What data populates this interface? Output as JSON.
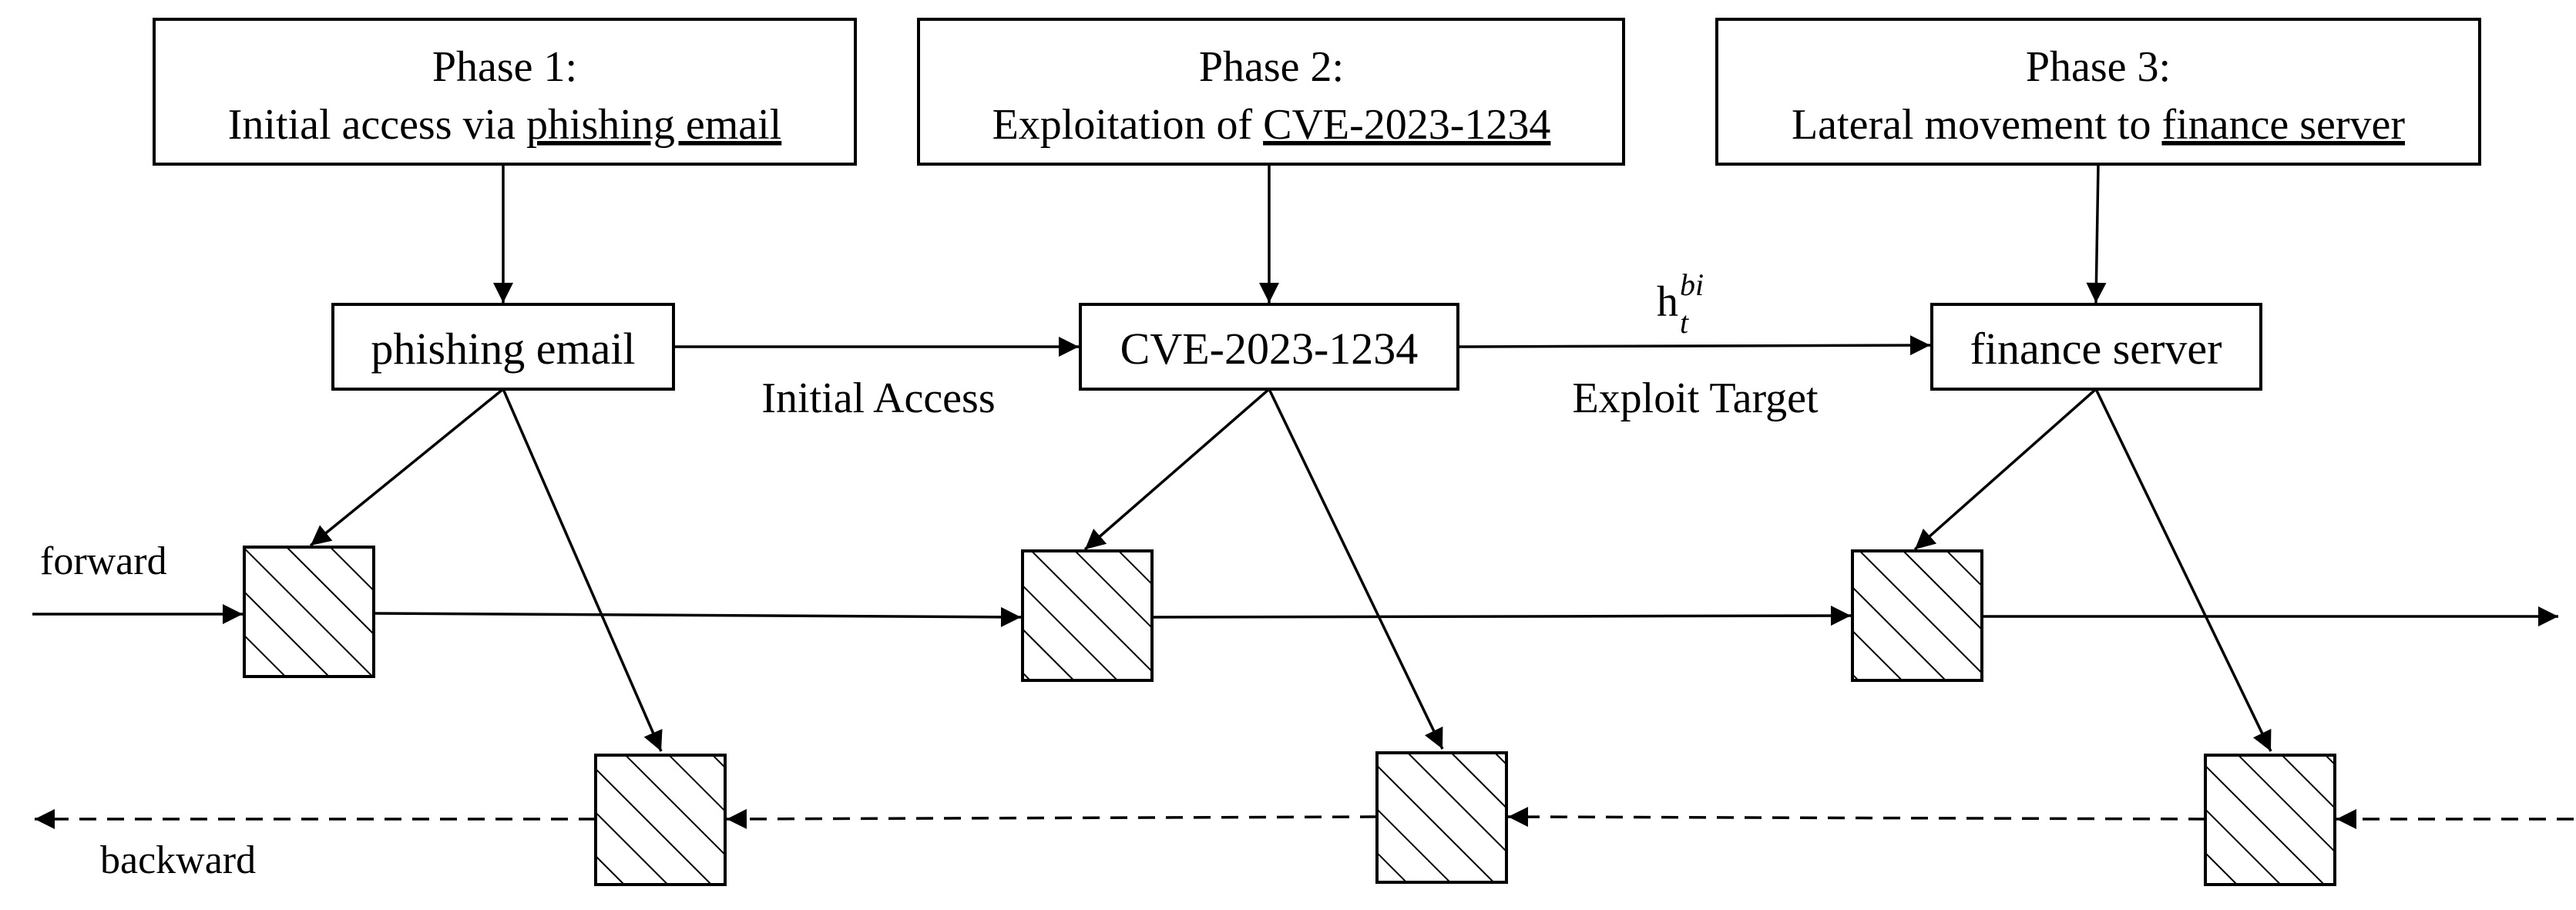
{
  "phases": [
    {
      "title": "Phase 1:",
      "prefix": "Initial access via ",
      "entity": "phishing email"
    },
    {
      "title": "Phase 2:",
      "prefix": "Exploitation of ",
      "entity": "CVE-2023-1234"
    },
    {
      "title": "Phase 3:",
      "prefix": "Lateral movement to ",
      "entity": "finance server"
    }
  ],
  "nodes": [
    "phishing email",
    "CVE-2023-1234",
    "finance server"
  ],
  "edges": [
    {
      "label": "Initial Access"
    },
    {
      "label": "Exploit Target"
    }
  ],
  "hidden_state": {
    "base": "h",
    "sub": "t",
    "sup": "bi"
  },
  "directions": {
    "forward": "forward",
    "backward": "backward"
  }
}
